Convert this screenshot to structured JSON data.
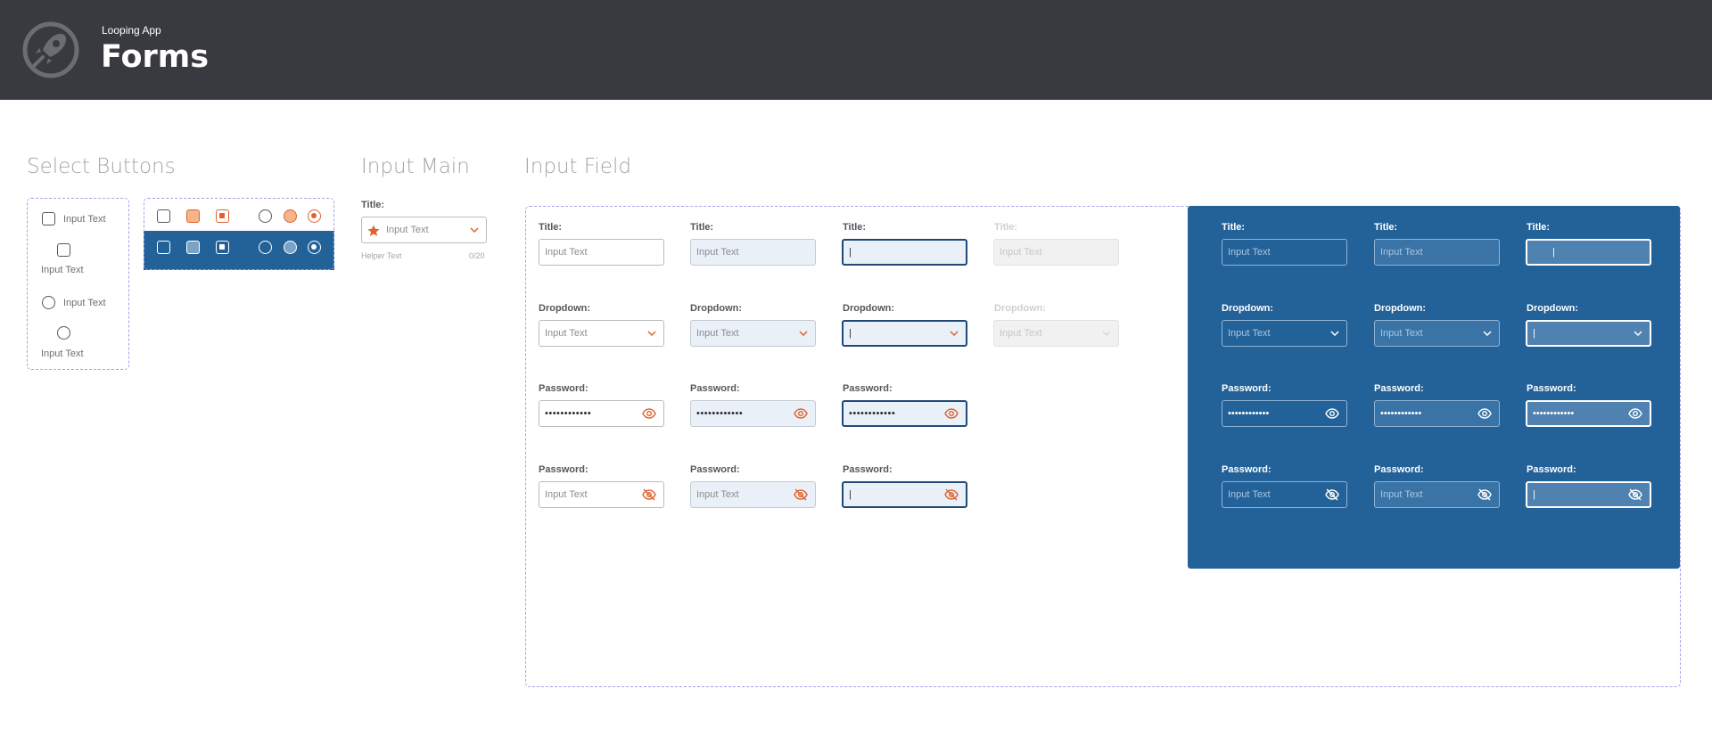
{
  "header": {
    "app_name": "Looping App",
    "title": "Forms"
  },
  "sections": {
    "select_buttons": "Select Buttons",
    "input_main": "Input Main",
    "input_field": "Input Field"
  },
  "select_buttons": {
    "item_label": "Input Text"
  },
  "input_main": {
    "label": "Title:",
    "placeholder": "Input Text",
    "helper": "Helper Text",
    "counter": "0/20"
  },
  "fields": {
    "title_label": "Title:",
    "dropdown_label": "Dropdown:",
    "password_label": "Password:",
    "placeholder": "Input Text",
    "password_mask": "••••••••••••",
    "cursor": "|"
  },
  "colors": {
    "header_bg": "#383a3f",
    "accent_orange": "#e0622f",
    "brand_blue": "#236299",
    "focus_border": "#1f4a78",
    "dashed_border": "#a6a0ec"
  },
  "icons": {
    "logo": "rocket-logo-icon",
    "dropdown": "chevron-down-icon",
    "show_password": "eye-icon",
    "hide_password": "eye-off-icon",
    "favorite": "star-icon"
  }
}
